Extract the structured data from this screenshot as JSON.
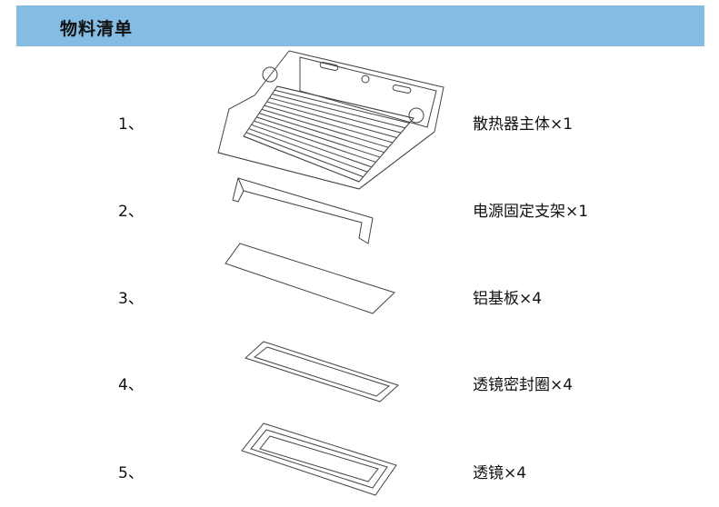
{
  "header": {
    "title": "物料清单",
    "color": "#85bce3"
  },
  "items": [
    {
      "number": "1、",
      "label": "散热器主体×1"
    },
    {
      "number": "2、",
      "label": "电源固定支架×1"
    },
    {
      "number": "3、",
      "label": "铝基板×4"
    },
    {
      "number": "4、",
      "label": "透镜密封圈×4"
    },
    {
      "number": "5、",
      "label": "透镜×4"
    }
  ]
}
